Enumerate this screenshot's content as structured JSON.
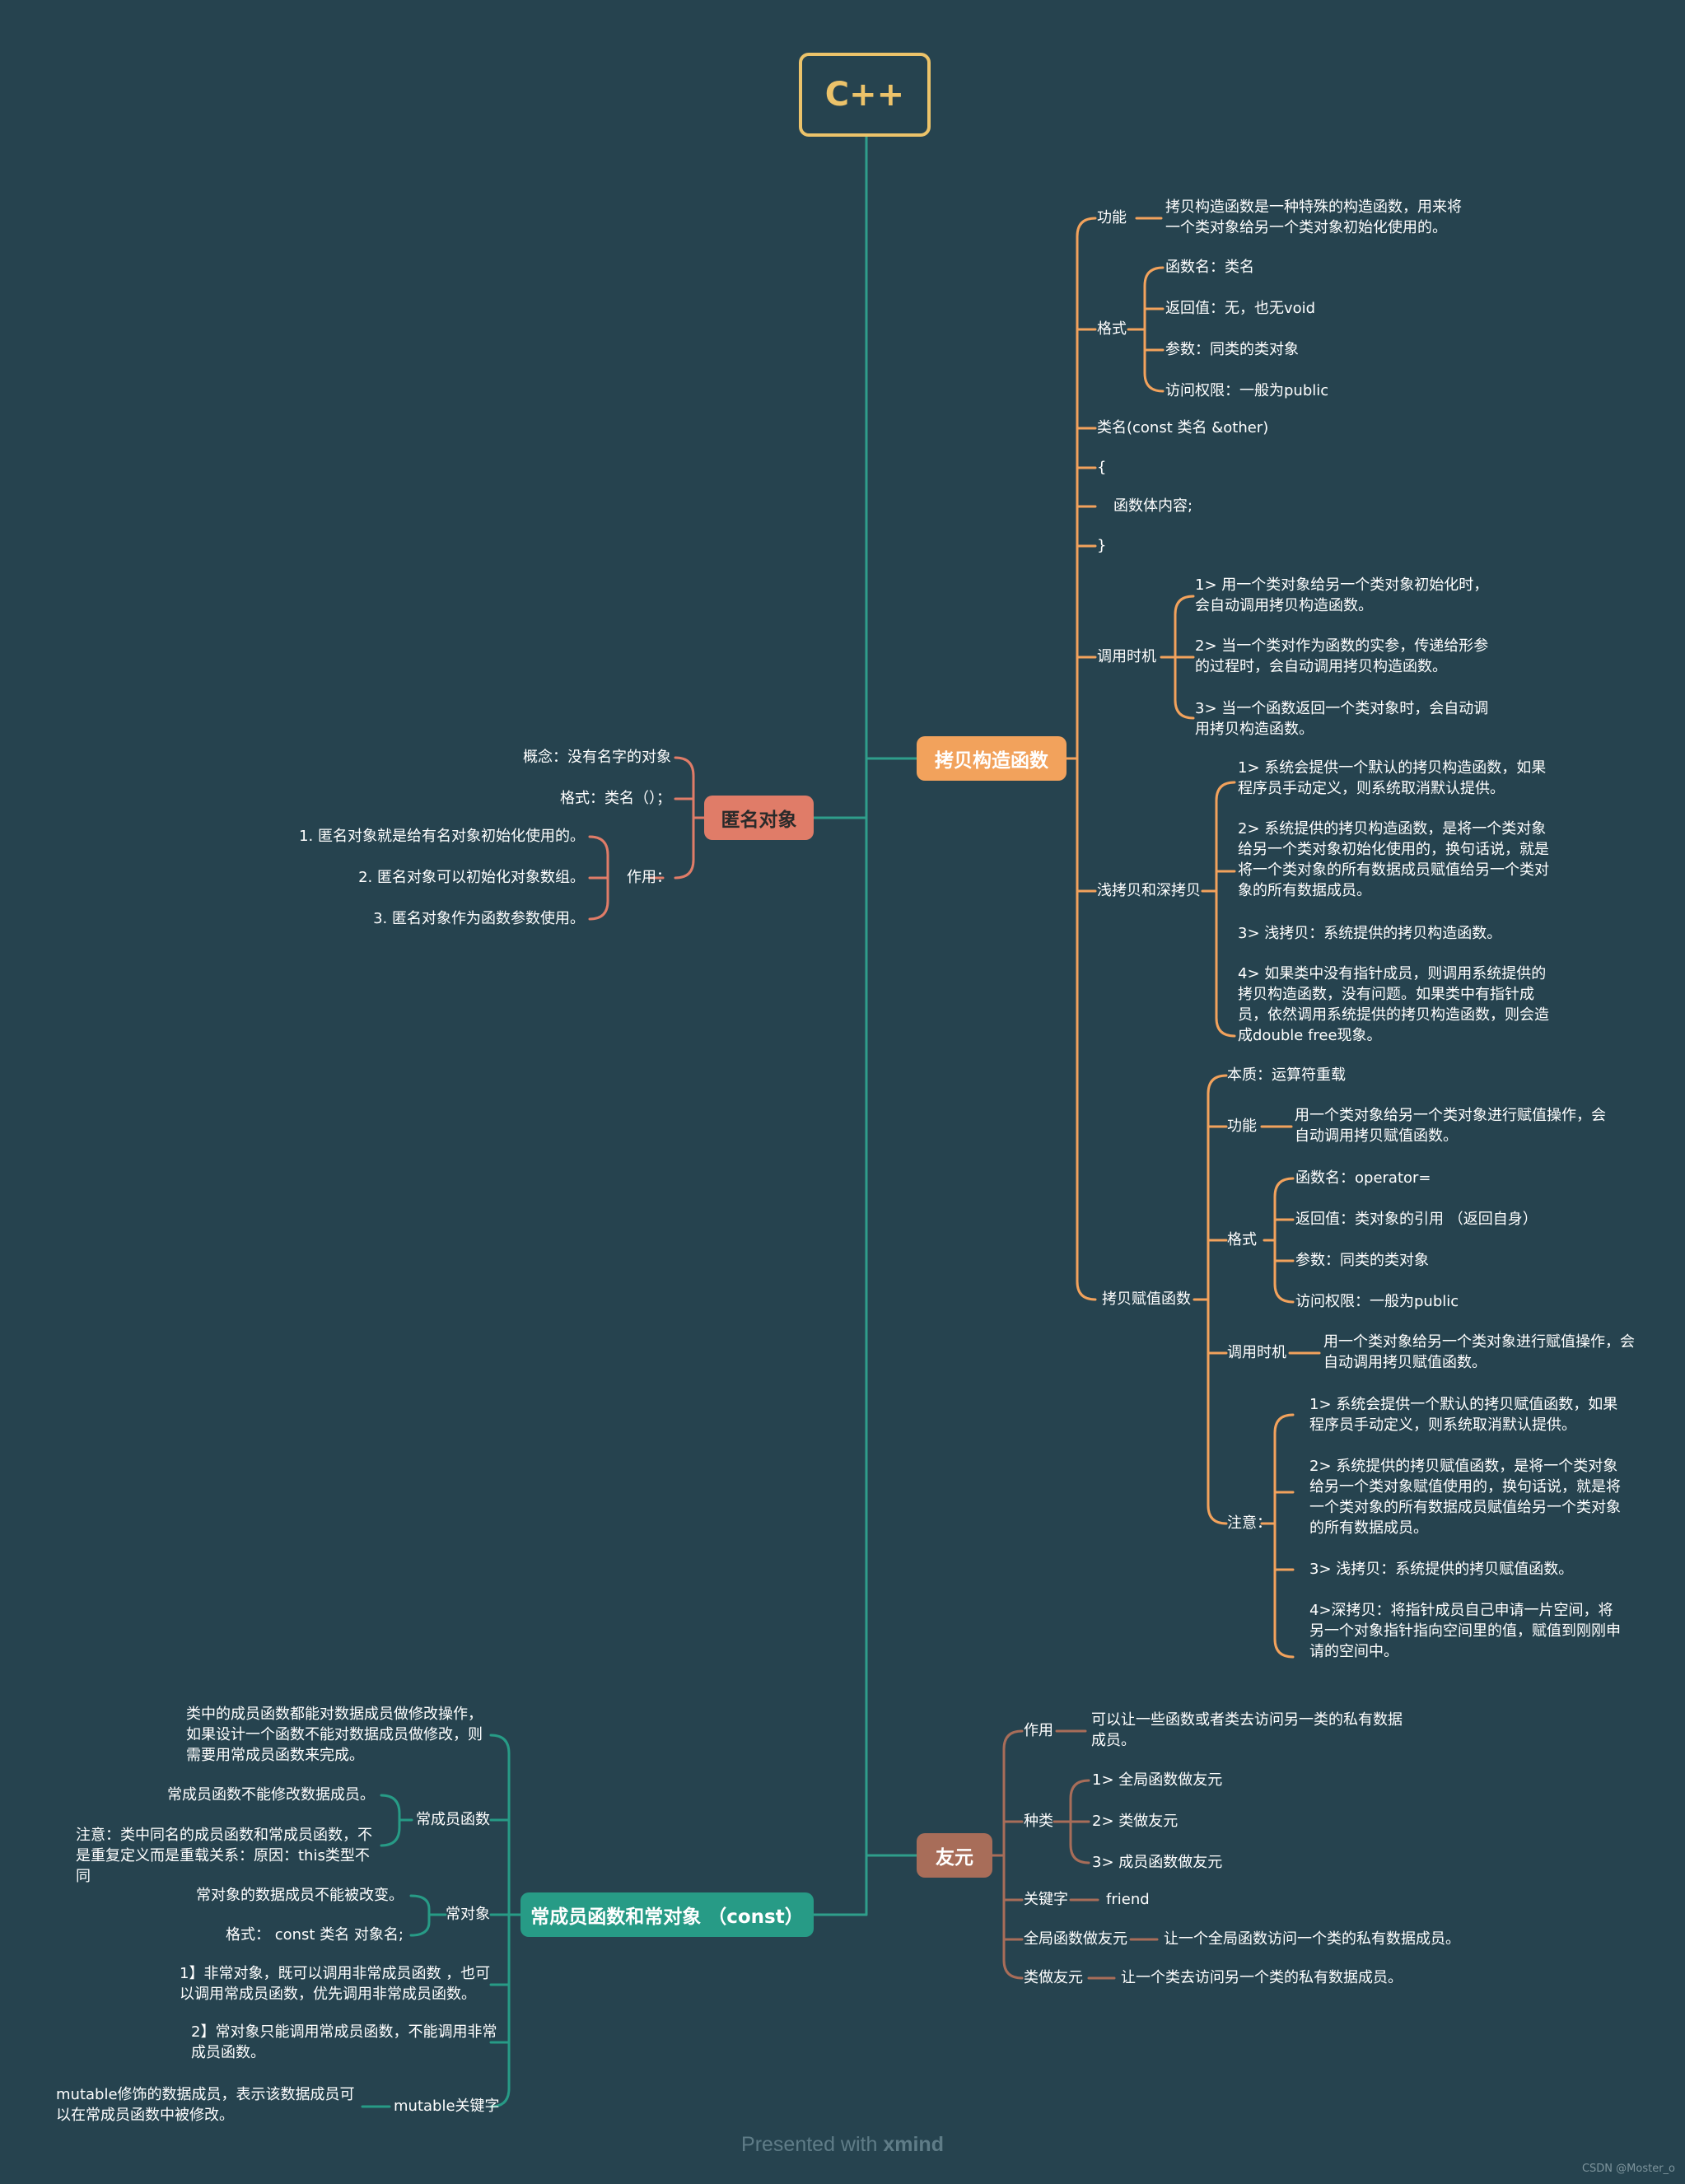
{
  "root": "C++",
  "copy_ctor": {
    "title": "拷贝构造函数",
    "function_label": "功能",
    "function_text": "拷贝构造函数是一种特殊的构造函数，用来将一个类对象给另一个类对象初始化使用的。",
    "format_label": "格式",
    "format_items": [
      "函数名：类名",
      "返回值：无，也无void",
      "参数：同类的类对象",
      "访问权限：一般为public"
    ],
    "code_lines": [
      "类名(const 类名 &other)",
      "{",
      "函数体内容;",
      "}"
    ],
    "timing_label": "调用时机",
    "timing_items": [
      "1> 用一个类对象给另一个类对象初始化时，会自动调用拷贝构造函数。",
      "2> 当一个类对作为函数的实参，传递给形参的过程时，会自动调用拷贝构造函数。",
      "3> 当一个函数返回一个类对象时，会自动调用拷贝构造函数。"
    ],
    "shallow_deep_label": "浅拷贝和深拷贝",
    "shallow_deep_items": [
      "1> 系统会提供一个默认的拷贝构造函数，如果程序员手动定义，则系统取消默认提供。",
      "2> 系统提供的拷贝构造函数，是将一个类对象给另一个类对象初始化使用的，换句话说，就是将一个类对象的所有数据成员赋值给另一个类对象的所有数据成员。",
      "3> 浅拷贝：系统提供的拷贝构造函数。",
      "4> 如果类中没有指针成员，则调用系统提供的拷贝构造函数，没有问题。如果类中有指针成员，依然调用系统提供的拷贝构造函数，则会造成double free现象。"
    ],
    "assign": {
      "label": "拷贝赋值函数",
      "essence": "本质：运算符重载",
      "function_label": "功能",
      "function_text": "用一个类对象给另一个类对象进行赋值操作，会自动调用拷贝赋值函数。",
      "format_label": "格式",
      "format_items": [
        "函数名：operator=",
        "返回值：类对象的引用 （返回自身）",
        "参数：同类的类对象",
        "访问权限：一般为public"
      ],
      "timing_label": "调用时机",
      "timing_text": "用一个类对象给另一个类对象进行赋值操作，会自动调用拷贝赋值函数。",
      "note_label": "注意：",
      "note_items": [
        "1> 系统会提供一个默认的拷贝赋值函数，如果程序员手动定义，则系统取消默认提供。",
        "2> 系统提供的拷贝赋值函数，是将一个类对象给另一个类对象赋值使用的，换句话说，就是将一个类对象的所有数据成员赋值给另一个类对象的所有数据成员。",
        "3> 浅拷贝：系统提供的拷贝赋值函数。",
        "4>深拷贝：将指针成员自己申请一片空间，将另一个对象指针指向空间里的值，赋值到刚刚申请的空间中。"
      ]
    }
  },
  "anon": {
    "title": "匿名对象",
    "concept": "概念：没有名字的对象",
    "format": "格式：类名（）；",
    "use_label": "作用：",
    "use_items": [
      "1. 匿名对象就是给有名对象初始化使用的。",
      "2. 匿名对象可以初始化对象数组。",
      "3. 匿名对象作为函数参数使用。"
    ]
  },
  "friend": {
    "title": "友元",
    "use_label": "作用",
    "use_text": "可以让一些函数或者类去访问另一类的私有数据成员。",
    "kind_label": "种类",
    "kind_items": [
      "1> 全局函数做友元",
      "2> 类做友元",
      "3> 成员函数做友元"
    ],
    "keyword_label": "关键字",
    "keyword_text": "friend",
    "global_label": "全局函数做友元",
    "global_text": "让一个全局函数访问一个类的私有数据成员。",
    "class_label": "类做友元",
    "class_text": "让一个类去访问另一个类的私有数据成员。"
  },
  "const": {
    "title": "常成员函数和常对象 （const）",
    "intro": "类中的成员函数都能对数据成员做修改操作，如果设计一个函数不能对数据成员做修改，则需要用常成员函数来完成。",
    "member_func_label": "常成员函数",
    "member_func_items": [
      "常成员函数不能修改数据成员。",
      "注意：类中同名的成员函数和常成员函数，不是重复定义而是重载关系：原因：this类型不同"
    ],
    "obj_label": "常对象",
    "obj_items": [
      "常对象的数据成员不能被改变。",
      "格式： const 类名 对象名;"
    ],
    "rule1": "1】非常对象，既可以调用非常成员函数 ，也可以调用常成员函数，优先调用非常成员函数。",
    "rule2": "2】常对象只能调用常成员函数，不能调用非常成员函数。",
    "mutable_label": "mutable关键字",
    "mutable_text": "mutable修饰的数据成员，表示该数据成员可以在常成员函数中被修改。"
  },
  "footer": {
    "prefix": "Presented with",
    "brand": "xmind"
  },
  "watermark": "CSDN @Moster_o",
  "colors": {
    "background": "#26434f",
    "trunk": "#2f9e8b",
    "copy_ctor": "#f2a25c",
    "anon": "#e07c68",
    "friend": "#a86d59",
    "const": "#279b86",
    "root": "#ecc36a"
  }
}
